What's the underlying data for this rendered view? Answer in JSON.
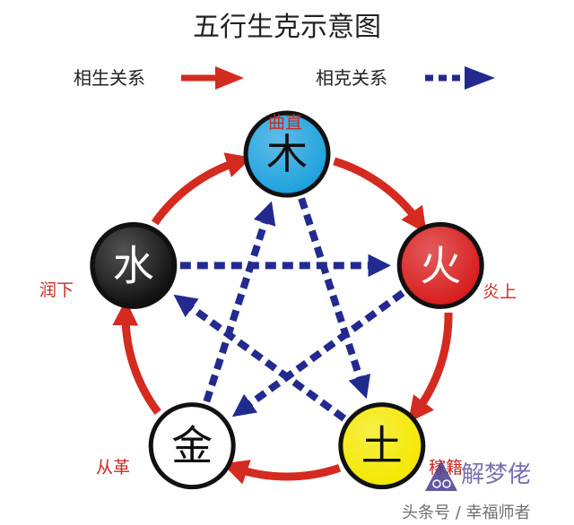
{
  "title": "五行生克示意图",
  "legend": {
    "generating": "相生关系",
    "overcoming": "相克关系"
  },
  "colors": {
    "generating_arrow": "#d42a1f",
    "overcoming_arrow": "#232a8f"
  },
  "elements": {
    "wood": {
      "char": "木",
      "attribute": "曲直",
      "fill": "#1fa2de",
      "text_color": "#111111"
    },
    "fire": {
      "char": "火",
      "attribute": "炎上",
      "fill": "#d71d1d",
      "text_color": "#ffffff"
    },
    "earth": {
      "char": "土",
      "attribute": "稼籍",
      "fill": "#f4e800",
      "text_color": "#111111"
    },
    "metal": {
      "char": "金",
      "attribute": "从革",
      "fill": "#ffffff",
      "text_color": "#111111"
    },
    "water": {
      "char": "水",
      "attribute": "润下",
      "fill": "#111111",
      "text_color": "#ffffff"
    }
  },
  "generating_cycle": [
    [
      "wood",
      "fire"
    ],
    [
      "fire",
      "earth"
    ],
    [
      "earth",
      "metal"
    ],
    [
      "metal",
      "water"
    ],
    [
      "water",
      "wood"
    ]
  ],
  "overcoming_cycle": [
    [
      "wood",
      "earth"
    ],
    [
      "earth",
      "water"
    ],
    [
      "water",
      "fire"
    ],
    [
      "fire",
      "metal"
    ],
    [
      "metal",
      "wood"
    ]
  ],
  "watermark": {
    "brand": "解梦佬",
    "byline": "头条号 / 幸福师者"
  }
}
